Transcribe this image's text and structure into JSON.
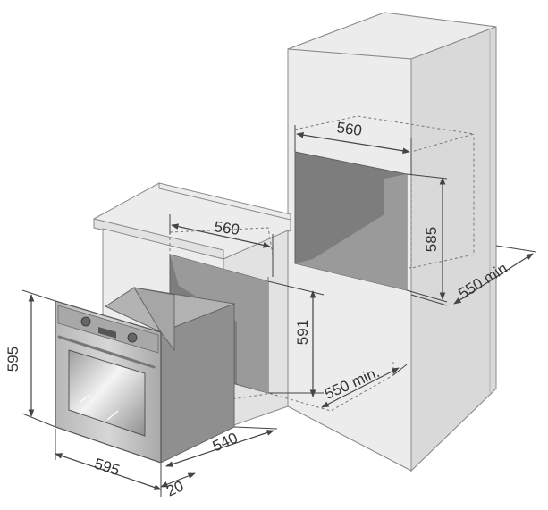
{
  "dimensions": {
    "oven_height": "595",
    "oven_width": "595",
    "oven_depth": "540",
    "front_offset": "20",
    "under_counter_niche_width": "560",
    "under_counter_niche_height": "591",
    "under_counter_min_depth": "550 min.",
    "column_niche_width": "560",
    "column_niche_height": "585",
    "column_min_depth": "550 min."
  },
  "colors": {
    "cabinet_face": "#ececec",
    "niche_opening": "#7d7d7d",
    "oven_body": "#9a9a9a",
    "oven_front": "#c8c8c8",
    "dimension_line": "#444444"
  }
}
